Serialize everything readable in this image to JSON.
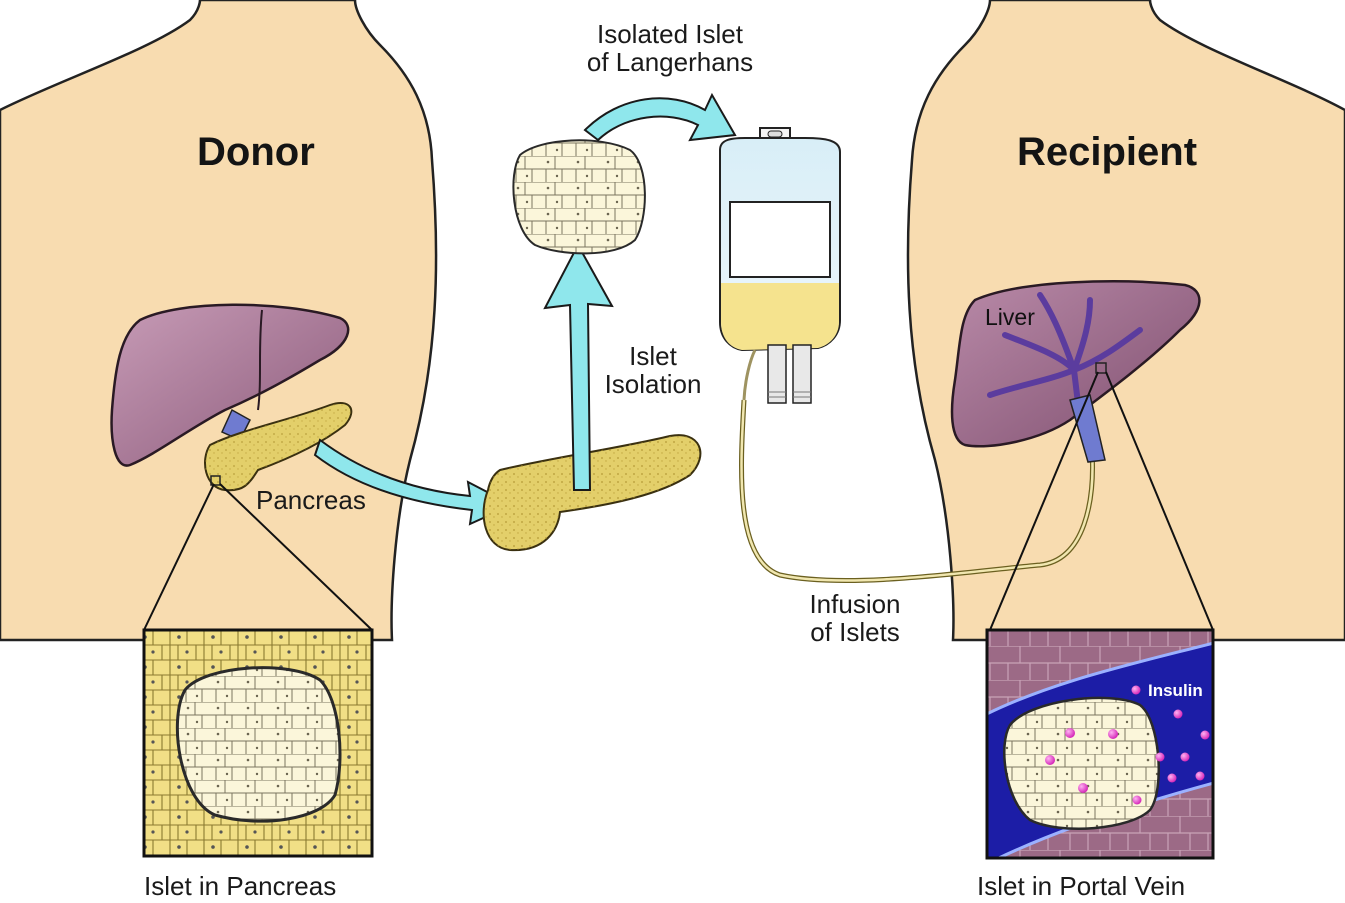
{
  "labels": {
    "donor": "Donor",
    "recipient": "Recipient",
    "isolated_islet_line1": "Isolated Islet",
    "isolated_islet_line2": "of Langerhans",
    "islet_isolation_line1": "Islet",
    "islet_isolation_line2": "Isolation",
    "pancreas": "Pancreas",
    "liver": "Liver",
    "infusion_line1": "Infusion",
    "infusion_line2": "of Islets",
    "insulin": "Insulin",
    "islet_in_pancreas": "Islet in Pancreas",
    "islet_in_portal_vein": "Islet in Portal Vein"
  },
  "colors": {
    "skin": "#f8dcb0",
    "liver": "#a57693",
    "pancreas": "#e3cf6a",
    "arrow": "#8fe7ec",
    "vein": "#1c1da6",
    "islet": "#fbf7dc",
    "insulin_dot": "#e23fc8",
    "bag_fluid": "#f5e38e"
  }
}
